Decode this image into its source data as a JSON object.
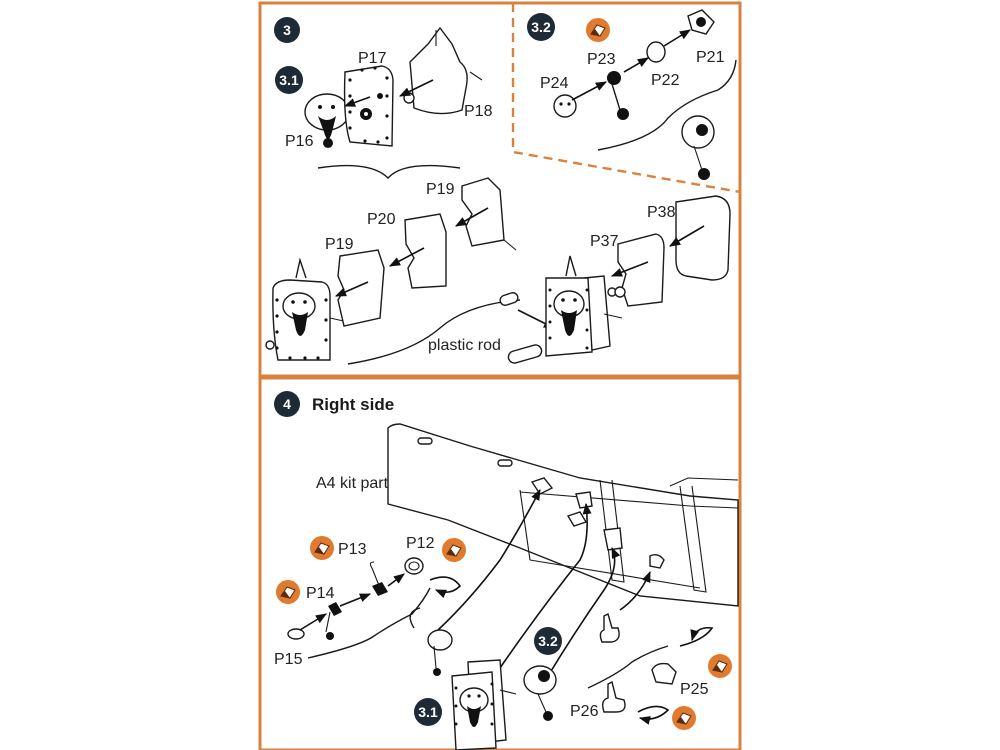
{
  "colors": {
    "frame": "#d9823f",
    "badge_dark": "#1e2a36",
    "badge_orange": "#e07a2e",
    "ink": "#1a1a1a"
  },
  "step3": {
    "badge": "3",
    "sub_3_1": "3.1",
    "sub_3_2": "3.2",
    "labels": {
      "p16": "P16",
      "p17": "P17",
      "p18": "P18",
      "p19a": "P19",
      "p19b": "P19",
      "p20": "P20",
      "p21": "P21",
      "p22": "P22",
      "p23": "P23",
      "p24": "P24",
      "p37": "P37",
      "p38": "P38",
      "plastic_rod": "plastic rod"
    }
  },
  "step4": {
    "badge": "4",
    "title": "Right side",
    "sub_3_1": "3.1",
    "sub_3_2": "3.2",
    "labels": {
      "a4": "A4 kit part",
      "p12": "P12",
      "p13": "P13",
      "p14": "P14",
      "p15": "P15",
      "p25": "P25",
      "p26": "P26"
    }
  },
  "icons": [
    "photo-etch-bend-icon"
  ]
}
